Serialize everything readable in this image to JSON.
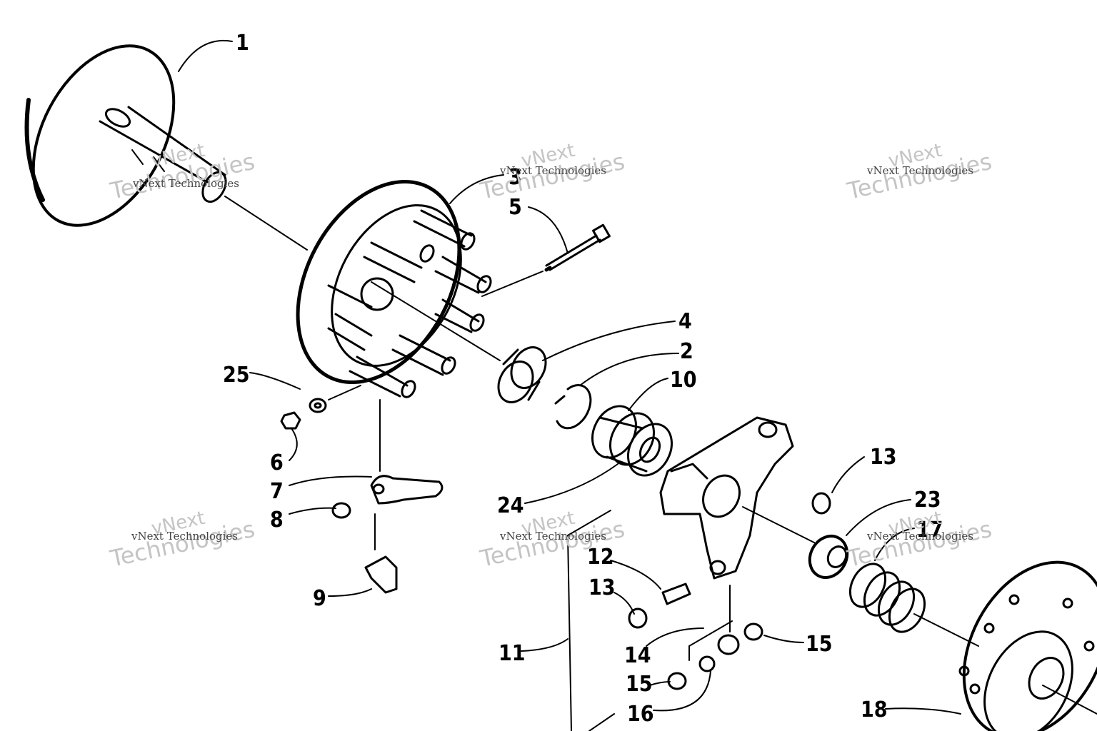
{
  "labels": {
    "l1": "1",
    "l2": "2",
    "l3": "3",
    "l4": "4",
    "l5": "5",
    "l6": "6",
    "l7": "7",
    "l8": "8",
    "l9": "9",
    "l10": "10",
    "l11": "11",
    "l12": "12",
    "l13a": "13",
    "l13b": "13",
    "l14": "14",
    "l15a": "15",
    "l15b": "15",
    "l16": "16",
    "l17": "17",
    "l18": "18",
    "l23": "23",
    "l24": "24",
    "l25": "25"
  },
  "watermark": {
    "line1": "vNext",
    "line2": "Technologies",
    "small": "vNext Technologies"
  }
}
